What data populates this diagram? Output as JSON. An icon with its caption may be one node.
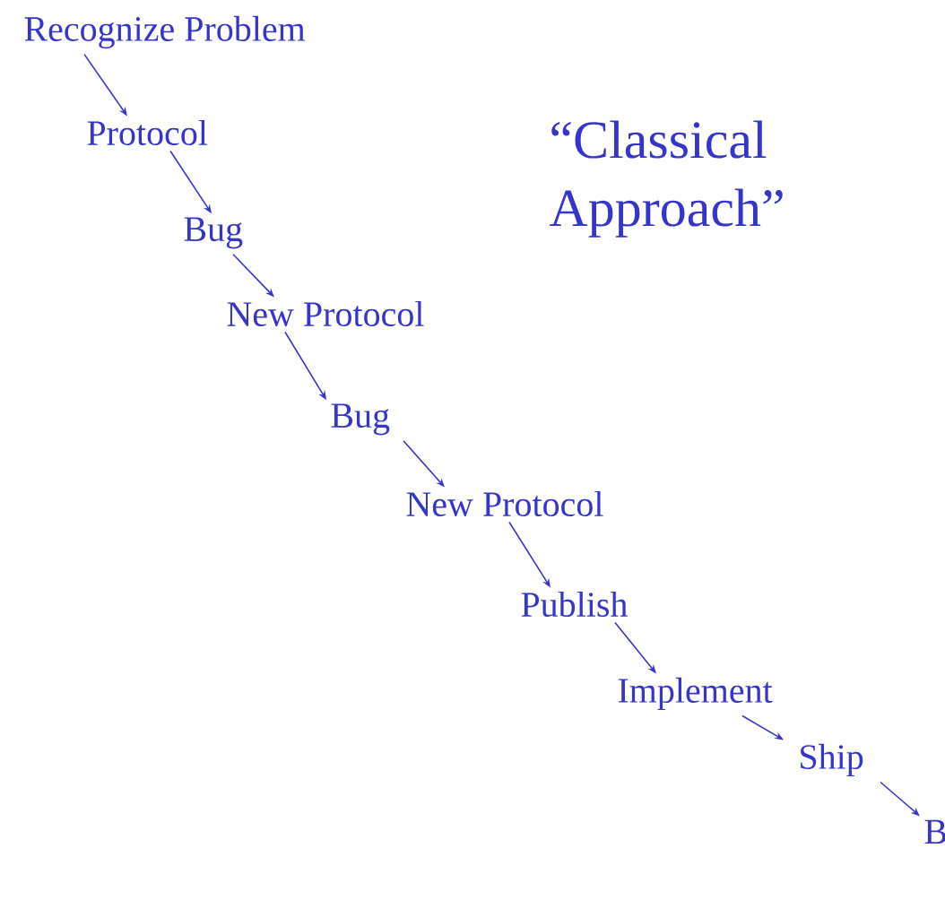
{
  "diagram": {
    "title": "“Classical Approach”",
    "nodes": [
      {
        "text": [
          "Recognize Problem"
        ]
      },
      {
        "text": [
          "Protocol"
        ]
      },
      {
        "text": [
          "Bug"
        ]
      },
      {
        "text": [
          "New Protocol"
        ]
      },
      {
        "text": [
          "Bug"
        ]
      },
      {
        "text": [
          "New Protocol"
        ]
      },
      {
        "text": [
          "Publish"
        ]
      },
      {
        "text": [
          "Implement"
        ]
      },
      {
        "text": [
          "Ship"
        ]
      },
      {
        "text": [
          "B"
        ]
      }
    ],
    "edges": [
      {
        "from": 0,
        "to": 1,
        "arrow": "to"
      },
      {
        "from": 1,
        "to": 2,
        "arrow": "to"
      },
      {
        "from": 2,
        "to": 3,
        "arrow": "to"
      },
      {
        "from": 3,
        "to": 4,
        "arrow": "to"
      },
      {
        "from": 4,
        "to": 5,
        "arrow": "to"
      },
      {
        "from": 5,
        "to": 6,
        "arrow": "to"
      },
      {
        "from": 6,
        "to": 7,
        "arrow": "to"
      },
      {
        "from": 7,
        "to": 8,
        "arrow": "to"
      },
      {
        "from": 8,
        "to": 9,
        "arrow": "to"
      }
    ]
  }
}
